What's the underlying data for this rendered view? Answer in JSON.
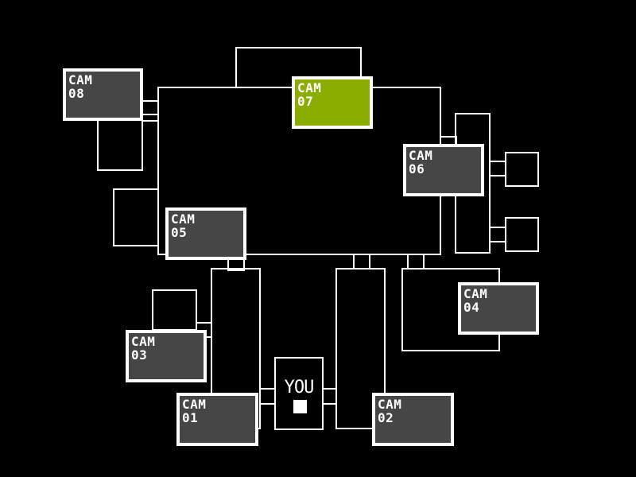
{
  "map": {
    "you_label": "YOU",
    "active_cam": "07",
    "colors": {
      "background": "#000000",
      "walls": "#ffffff",
      "cam_button": "#464646",
      "cam_active": "#8aad00",
      "text": "#ffffff"
    },
    "cameras": [
      {
        "id": "08",
        "label": "CAM",
        "number": "08"
      },
      {
        "id": "07",
        "label": "CAM",
        "number": "07"
      },
      {
        "id": "06",
        "label": "CAM",
        "number": "06"
      },
      {
        "id": "05",
        "label": "CAM",
        "number": "05"
      },
      {
        "id": "04",
        "label": "CAM",
        "number": "04"
      },
      {
        "id": "03",
        "label": "CAM",
        "number": "03"
      },
      {
        "id": "01",
        "label": "CAM",
        "number": "01"
      },
      {
        "id": "02",
        "label": "CAM",
        "number": "02"
      }
    ]
  }
}
